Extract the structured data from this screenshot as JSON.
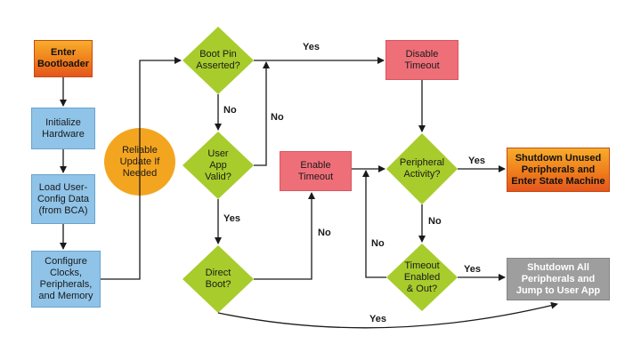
{
  "nodes": {
    "enter_bootloader": "Enter\nBootloader",
    "initialize_hardware": "Initialize\nHardware",
    "load_user_config": "Load User-\nConfig Data\n(from BCA)",
    "configure_clocks": "Configure\nClocks,\nPeripherals,\nand Memory",
    "reliable_update": "Reliable\nUpdate If\nNeeded",
    "boot_pin": "Boot Pin\nAsserted?",
    "user_app_valid": "User\nApp\nValid?",
    "direct_boot": "Direct\nBoot?",
    "enable_timeout": "Enable\nTimeout",
    "disable_timeout": "Disable\nTimeout",
    "peripheral_activity": "Peripheral\nActivity?",
    "timeout_enabled": "Timeout\nEnabled\n& Out?",
    "shutdown_unused": "Shutdown Unused\nPeripherals and\nEnter State Machine",
    "shutdown_all": "Shutdown All\nPeripherals and\nJump to User App"
  },
  "edges": {
    "boot_pin_yes": "Yes",
    "boot_pin_no": "No",
    "user_app_no": "No",
    "user_app_yes": "Yes",
    "direct_boot_no": "No",
    "direct_boot_yes": "Yes",
    "peripheral_yes": "Yes",
    "peripheral_no": "No",
    "timeout_yes": "Yes",
    "timeout_no": "No"
  },
  "colors": {
    "process": "#8fc3e8",
    "decision": "#a8cc2c",
    "timeout_box": "#ef6f79",
    "terminal": "#9e9e9e",
    "line": "#1a1a1a"
  }
}
